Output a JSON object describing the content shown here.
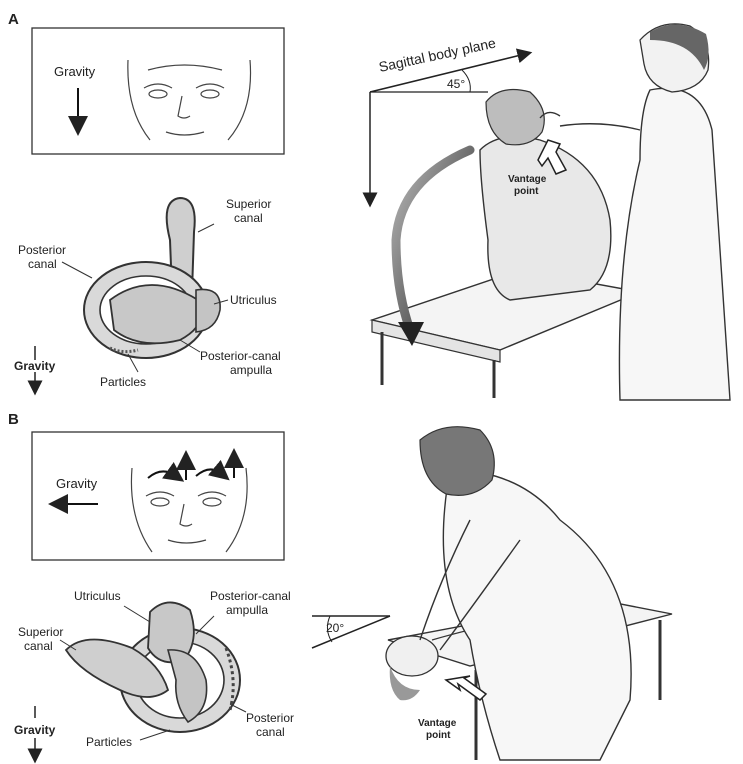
{
  "panels": {
    "a": {
      "letter": "A",
      "face_gravity": "Gravity",
      "plane_label": "Sagittal body plane",
      "angle_label": "45°",
      "vantage_label_1": "Vantage",
      "vantage_label_2": "point",
      "superior_1": "Superior",
      "superior_2": "canal",
      "posterior_1": "Posterior",
      "posterior_2": "canal",
      "utriculus": "Utriculus",
      "ampulla_1": "Posterior-canal",
      "ampulla_2": "ampulla",
      "particles": "Particles",
      "gravity": "Gravity"
    },
    "b": {
      "letter": "B",
      "face_gravity": "Gravity",
      "utriculus": "Utriculus",
      "ampulla_1": "Posterior-canal",
      "ampulla_2": "ampulla",
      "superior_1": "Superior",
      "superior_2": "canal",
      "posterior_1": "Posterior",
      "posterior_2": "canal",
      "particles": "Particles",
      "gravity": "Gravity",
      "angle_label": "20°",
      "vantage_label_1": "Vantage",
      "vantage_label_2": "point"
    }
  }
}
